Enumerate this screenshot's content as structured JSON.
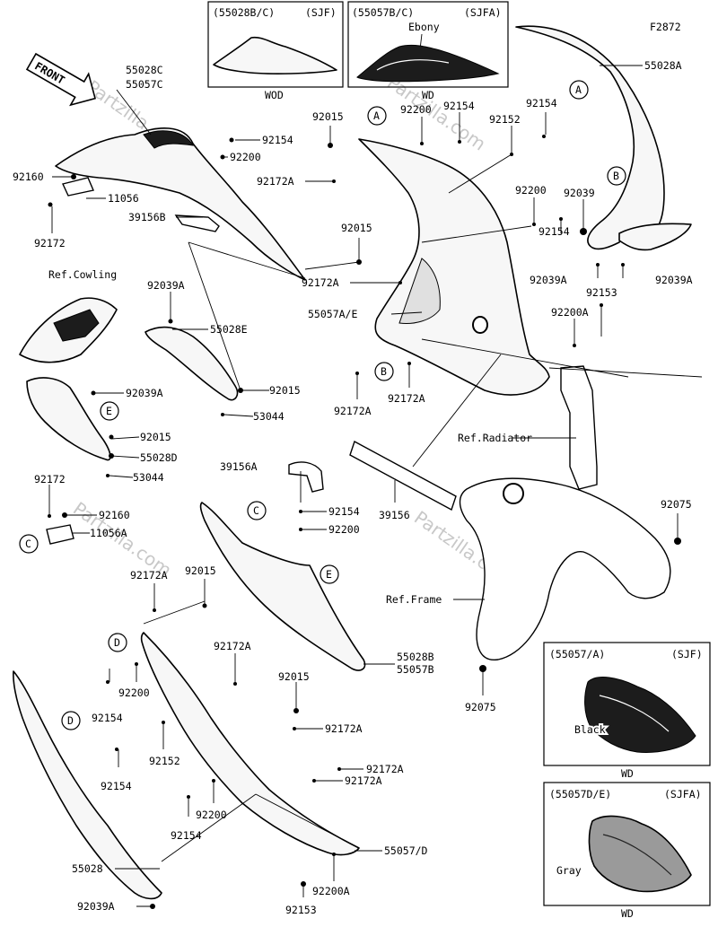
{
  "figure_code": "F2872",
  "watermark": "Partzilla.com",
  "front_label": "FRONT",
  "callouts": {
    "a_top": "A",
    "a_right": "A",
    "b_right": "B",
    "b_main": "B",
    "c_left": "C",
    "c_mid": "C",
    "d_left": "D",
    "d_low": "D",
    "e_left": "E",
    "e_mid": "E"
  },
  "insets": {
    "top_left": {
      "code": "(55028B/C)",
      "region": "(SJF)",
      "caption": "WOD"
    },
    "top_right": {
      "code": "(55057B/C)",
      "region": "(SJFA)",
      "color": "Ebony",
      "caption": "WD"
    },
    "mid_right": {
      "code": "(55057/A)",
      "region": "(SJF)",
      "color": "Black",
      "caption": "WD"
    },
    "bottom_right": {
      "code": "(55057D/E)",
      "region": "(SJFA)",
      "color": "Gray",
      "caption": "WD"
    }
  },
  "labels": {
    "l55028C": "55028C",
    "l55057C": "55057C",
    "l92160_top": "92160",
    "l11056": "11056",
    "l92172_top": "92172",
    "l92154_a": "92154",
    "l92200_a": "92200",
    "l39156B": "39156B",
    "ref_cowling": "Ref.Cowling",
    "l92039A_a": "92039A",
    "l55028E": "55028E",
    "l92039A_b": "92039A",
    "l92015_a": "92015",
    "l53044_a": "53044",
    "l92015_b": "92015",
    "l55028D": "55028D",
    "l53044_b": "53044",
    "l92172_mid": "92172",
    "l92160_mid": "92160",
    "l11056A": "11056A",
    "l92015_c": "92015",
    "l92200_b": "92200",
    "l92154_b": "92154",
    "l92152_a": "92152",
    "l92154_c": "92154",
    "l55028A": "55028A",
    "l92172A_a": "92172A",
    "l92200_c": "92200",
    "l92039": "92039",
    "l92015_d": "92015",
    "l92154_d": "92154",
    "l92039A_c": "92039A",
    "l92039A_d": "92039A",
    "l92172A_b": "92172A",
    "l92153_a": "92153",
    "l55057AE": "55057A/E",
    "l92200A_a": "92200A",
    "l92172A_c": "92172A",
    "l92172A_d": "92172A",
    "ref_radiator": "Ref.Radiator",
    "l39156A": "39156A",
    "l92154_e": "92154",
    "l92200_d": "92200",
    "l39156": "39156",
    "l92075_a": "92075",
    "ref_frame": "Ref.Frame",
    "l92075_b": "92075",
    "l92172A_e": "92172A",
    "l92015_e": "92015",
    "l92172A_f": "92172A",
    "l92200_e": "92200",
    "l92154_f": "92154",
    "l92152_b": "92152",
    "l92154_g": "92154",
    "l55028B": "55028B",
    "l55057B": "55057B",
    "l92015_f": "92015",
    "l92172A_g": "92172A",
    "l92172A_h": "92172A",
    "l92172A_i": "92172A",
    "l92200_f": "92200",
    "l92154_h": "92154",
    "l55028": "55028",
    "l92039A_e": "92039A",
    "l55057D": "55057/D",
    "l92200A_b": "92200A",
    "l92153_b": "92153"
  }
}
